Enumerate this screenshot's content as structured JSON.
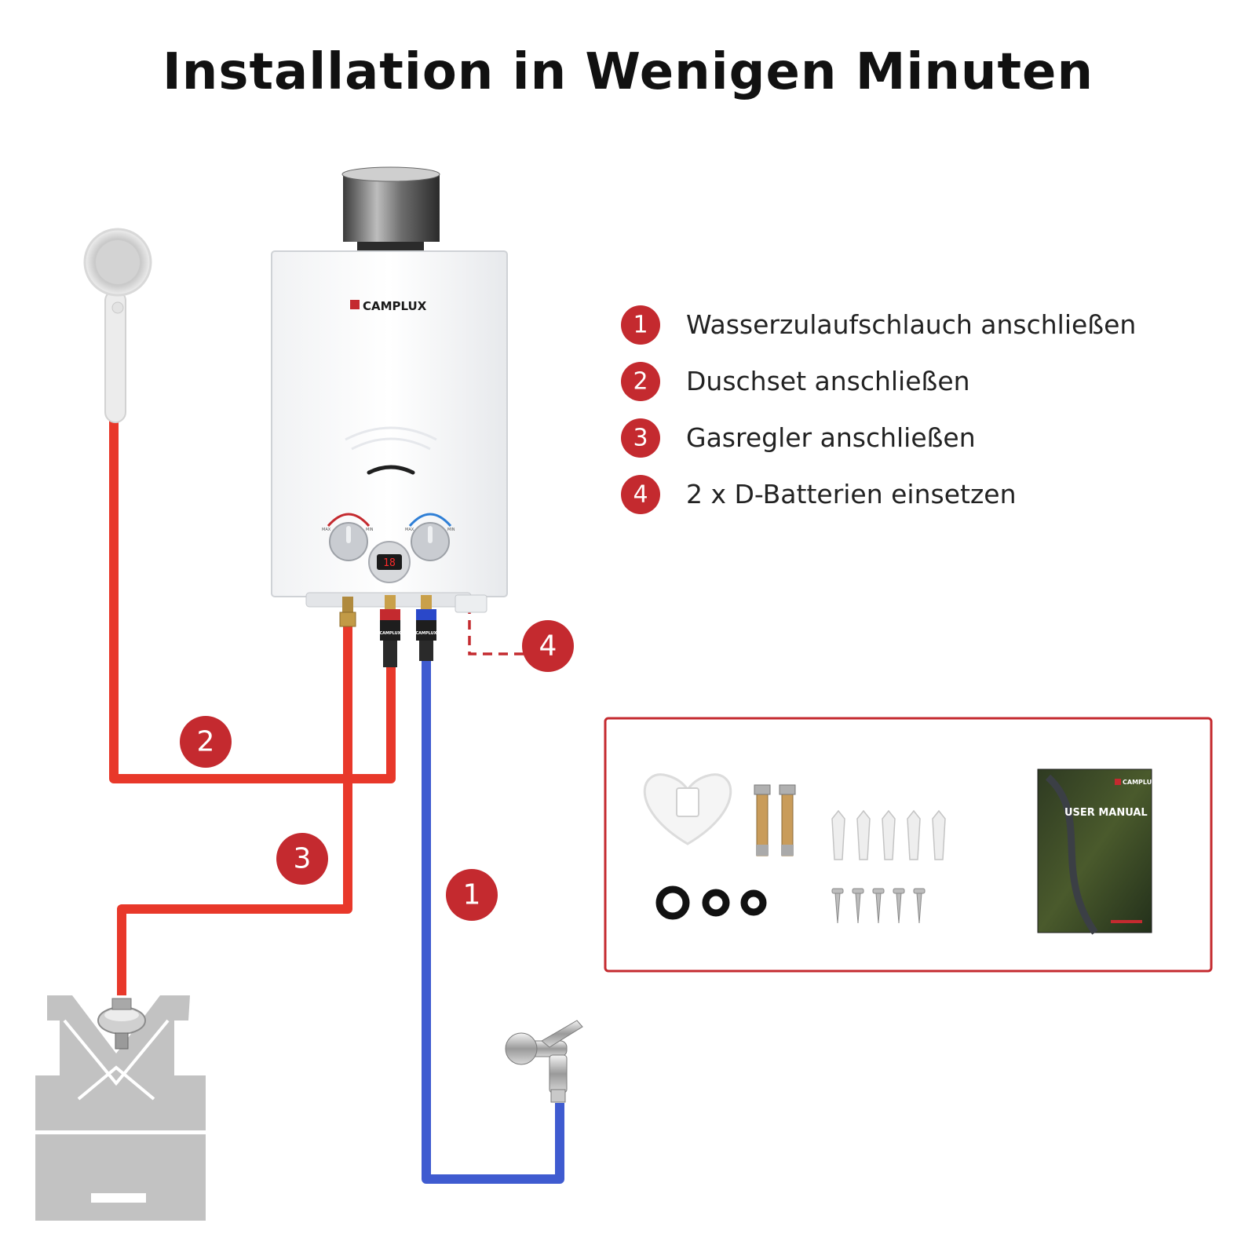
{
  "title": "Installation in Wenigen Minuten",
  "steps": [
    {
      "number": "1",
      "label": "Wasserzulaufschlauch anschließen"
    },
    {
      "number": "2",
      "label": "Duschset anschließen"
    },
    {
      "number": "3",
      "label": "Gasregler anschließen"
    },
    {
      "number": "4",
      "label": "2 x D-Batterien einsetzen"
    }
  ],
  "device": {
    "brand": "CAMPLUX",
    "knob_left": {
      "max": "MAX",
      "min": "MIN"
    },
    "knob_right": {
      "max": "MAX",
      "min": "MIN"
    },
    "display": "18"
  },
  "connector_brand": "CAMPLUX",
  "accessories": {
    "manual_brand": "CAMPLUX",
    "manual_title": "USER MANUAL"
  },
  "colors": {
    "accent_red": "#c42a2f",
    "hose_red": "#e8382a",
    "hose_blue": "#3f5bd0",
    "gray_silhouette": "#c2c2c2"
  }
}
